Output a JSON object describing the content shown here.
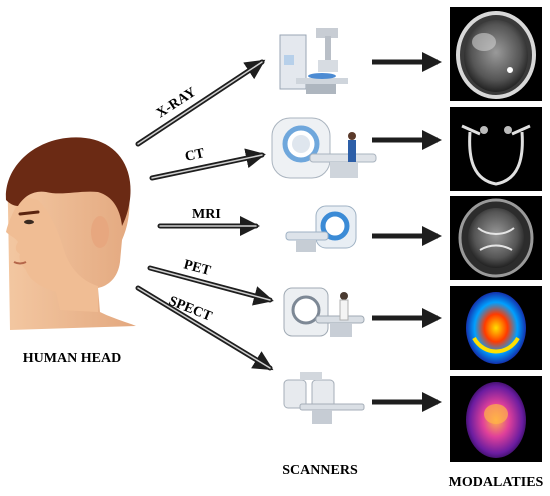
{
  "head_label": "HUMAN HEAD",
  "scanners_label": "SCANNERS",
  "modalities_label": "MODALATIES",
  "modalities": [
    {
      "id": "xray",
      "label": "X-RAY"
    },
    {
      "id": "ct",
      "label": "CT"
    },
    {
      "id": "mri",
      "label": "MRI"
    },
    {
      "id": "pet",
      "label": "PET"
    },
    {
      "id": "spect",
      "label": "SPECT"
    }
  ],
  "icons": {
    "head": "human-head-profile-icon",
    "xray": "xray-machine-icon",
    "ct": "ct-scanner-icon",
    "mri": "mri-scanner-icon",
    "pet": "pet-scanner-icon",
    "spect": "spect-scanner-icon"
  },
  "colors": {
    "arrow_dark": "#1e1e1e",
    "arrow_light": "#cfcfcf",
    "scan_bg": "#000000"
  }
}
